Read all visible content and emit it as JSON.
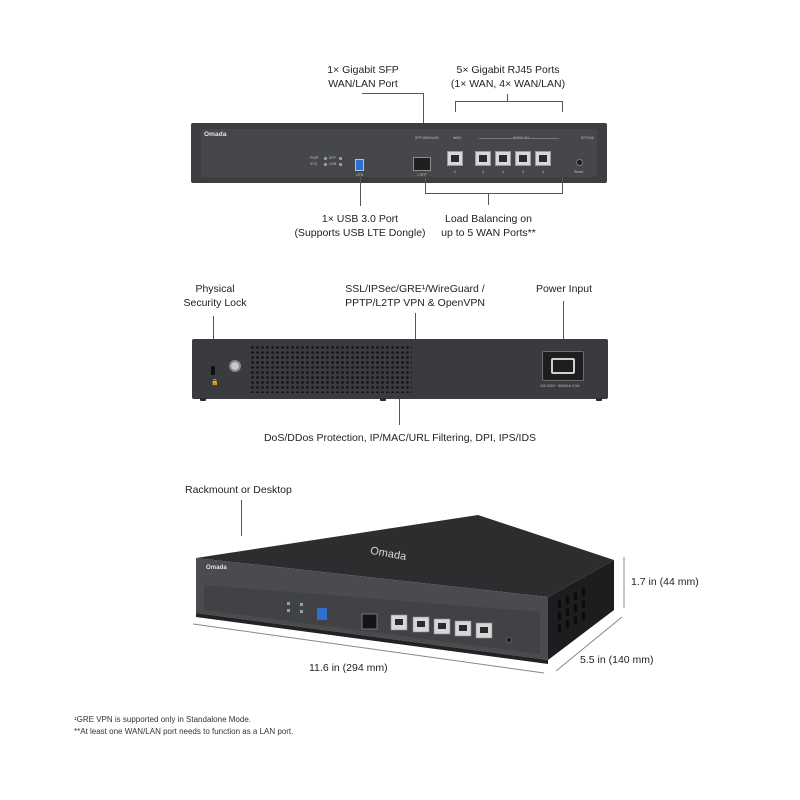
{
  "callouts": {
    "sfp": [
      "1× Gigabit SFP",
      "WAN/LAN Port"
    ],
    "rj45": [
      "5× Gigabit RJ45 Ports",
      "(1× WAN, 4× WAN/LAN)"
    ],
    "usb": [
      "1× USB 3.0 Port",
      "(Supports USB LTE Dongle)"
    ],
    "load_balancing": [
      "Load Balancing on",
      "up to 5 WAN Ports**"
    ],
    "lock": [
      "Physical",
      "Security Lock"
    ],
    "vpn": [
      "SSL/IPSec/GRE¹/WireGuard /",
      "PPTP/L2TP VPN & OpenVPN"
    ],
    "power": [
      "Power Input"
    ],
    "security": [
      "DoS/DDos Protection, IP/MAC/URL Filtering, DPI, IPS/IDS"
    ],
    "mount": [
      "Rackmount or Desktop"
    ]
  },
  "dimensions": {
    "height": "1.7 in (44 mm)",
    "width": "11.6 in (294 mm)",
    "depth": "5.5 in (140 mm)"
  },
  "device": {
    "brand": "Omada",
    "port_labels": {
      "sfp": "SFP WAN/LAN",
      "wan": "WAN",
      "wanlan": "WAN/LAN",
      "model": "ER7406",
      "usb": "USB",
      "reset": "Reset",
      "sfp_port": "1 SFP",
      "ports": [
        "2",
        "3",
        "4",
        "5",
        "6"
      ]
    },
    "led_labels": [
      "PWR",
      "SYS",
      "SFP",
      "USB"
    ],
    "power_rating": "100-240V~ 50/60Hz 0.5A"
  },
  "footnotes": [
    "¹GRE VPN is supported only in Standalone Mode.",
    "**At least one WAN/LAN port needs to function as a LAN port."
  ]
}
